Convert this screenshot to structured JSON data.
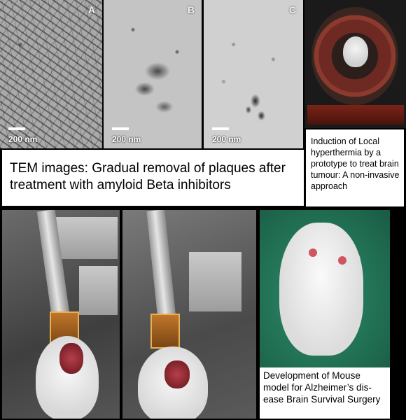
{
  "tem_images": [
    {
      "letter": "A",
      "scale": "200 nm"
    },
    {
      "letter": "B",
      "scale": "200 nm"
    },
    {
      "letter": "C",
      "scale": "200 nm"
    }
  ],
  "captions": {
    "tem": "TEM images: Gradual removal of plaques after treatment with amyloid Beta inhibitors",
    "hyperthermia": "Induction of Local hyperthermia by a prototype to treat brain tumour: A non-invasive approach",
    "mouse_model": "Development of Mouse model for Alzheimer’s dis-ease Brain Survival Surgery"
  },
  "colors": {
    "background": "#000000",
    "caption_background": "#ffffff",
    "caption_text": "#000000"
  }
}
